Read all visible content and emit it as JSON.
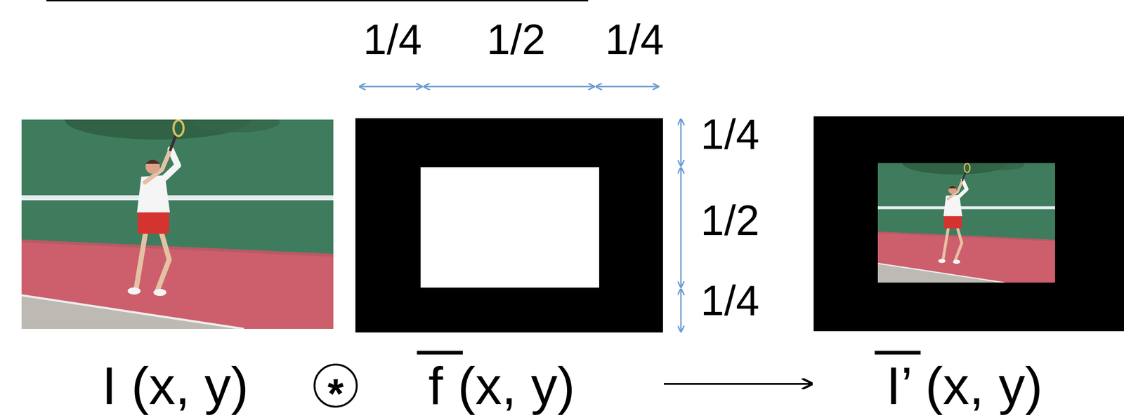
{
  "diagram": {
    "nodes": [
      {
        "text": [
          "*"
        ]
      }
    ],
    "labels": [
      "1/4",
      "1/2",
      "1/4",
      "1/4",
      "1/2",
      "1/4",
      "I (x, y)",
      "f (x, y)",
      "I’ (x, y)"
    ]
  }
}
